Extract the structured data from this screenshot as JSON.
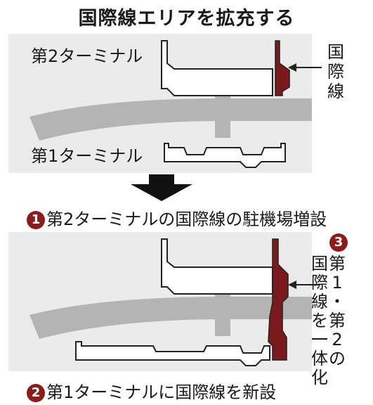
{
  "title": "国際線エリアを拡充する",
  "top_panel": {
    "terminal2_label": "第2ターミナル",
    "terminal1_label": "第1ターミナル",
    "international_label": [
      "国",
      "際",
      "線"
    ]
  },
  "step1": {
    "number": "1",
    "text": "第2ターミナルの国際線の駐機場増設"
  },
  "step2": {
    "number": "2",
    "text": "第1ターミナルに国際線を新設"
  },
  "step3": {
    "number": "3",
    "col1": [
      "第",
      "1",
      "・",
      "第",
      "2",
      "の"
    ],
    "col2": [
      "国",
      "際",
      "線",
      "を",
      "一",
      "体",
      "化"
    ]
  },
  "colors": {
    "international": "#7a1a1f",
    "panel": "#ebebeb",
    "runway": "#b4b4b4"
  }
}
